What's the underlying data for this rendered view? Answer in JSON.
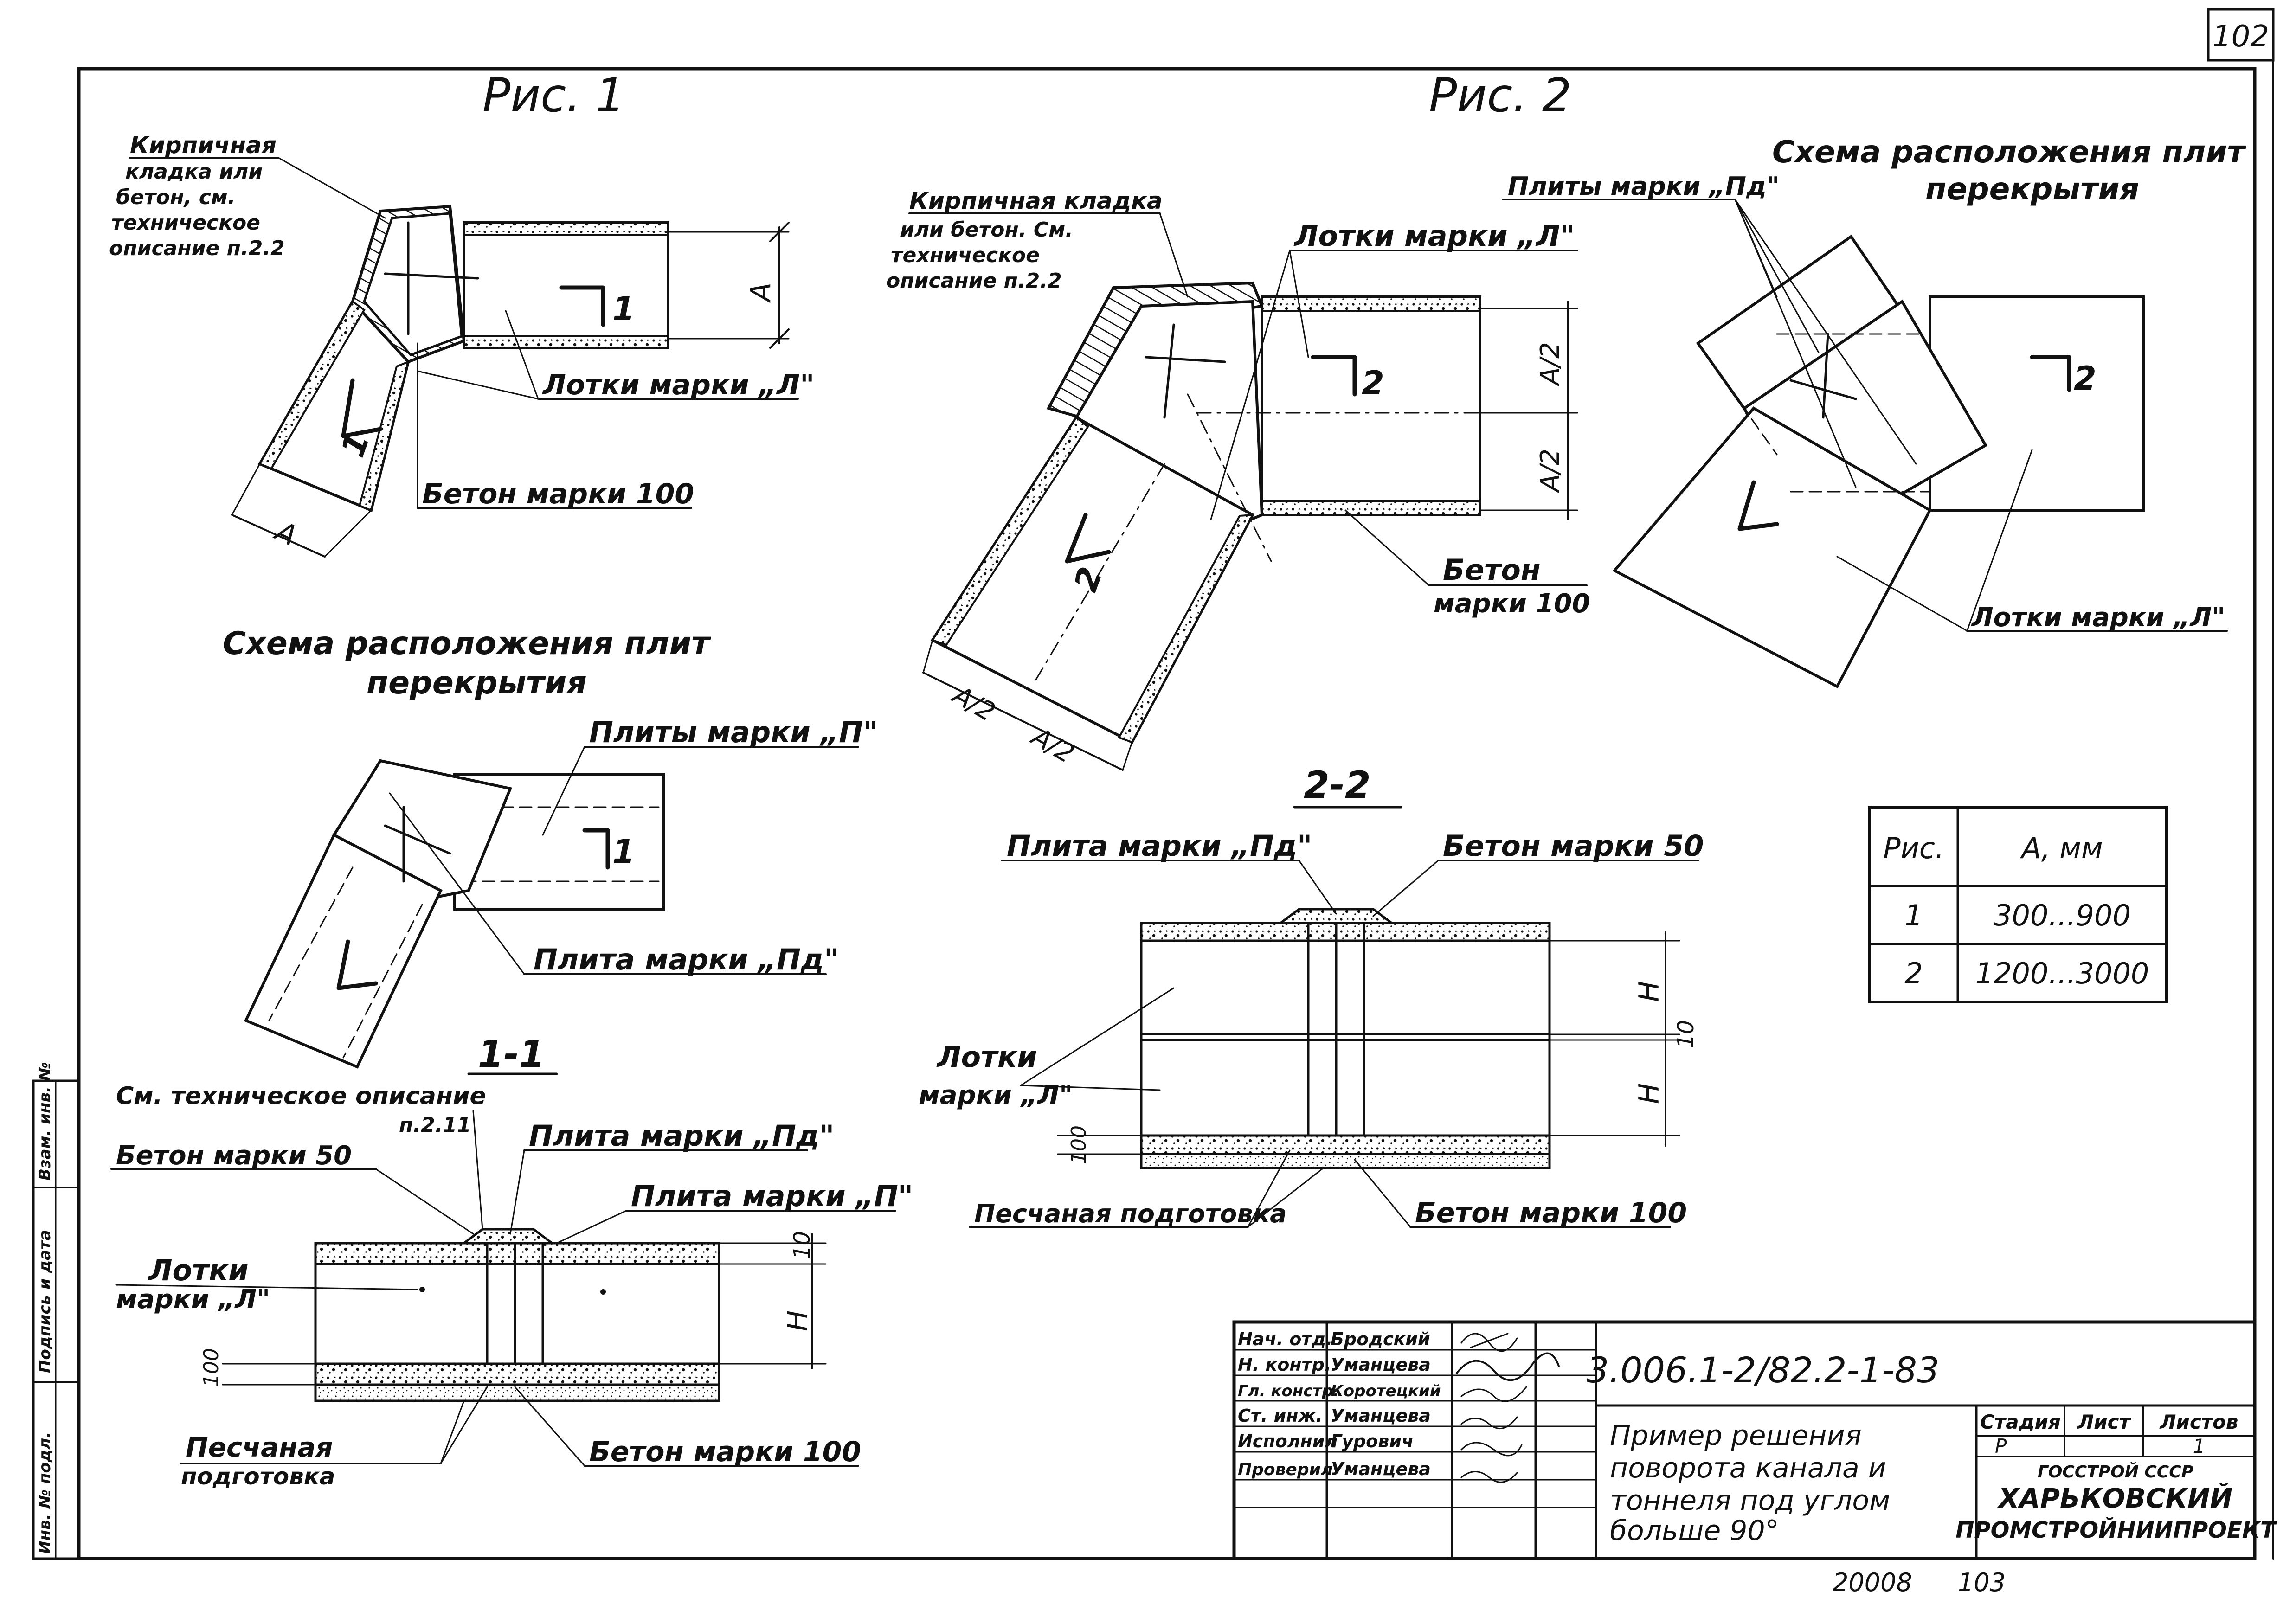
{
  "sheet": {
    "page_number": "102",
    "bottom_number": "20008",
    "bottom_page": "103"
  },
  "fig1": {
    "title": "Рис. 1",
    "masonry_label": [
      "Кирпичная",
      "кладка или",
      "бетон, см.",
      "техническое",
      "описание п.2.2"
    ],
    "trays_label": "Лотки марки „Л\"",
    "concrete_label": "Бетон марки 100",
    "dim_a": "А",
    "cut_mark": "1"
  },
  "fig1_scheme": {
    "title_line1": "Схема расположения плит",
    "title_line2": "перекрытия",
    "slabs_p_label": "Плиты марки „П\"",
    "slab_pd_label": "Плита марки „Пд\""
  },
  "section_1_1": {
    "title": "1-1",
    "note_line1": "См. техническое описание",
    "note_line2": "п.2.11",
    "concrete50_label": "Бетон марки 50",
    "slab_pd_label": "Плита марки „Пд\"",
    "slab_p_label": "Плита марки „П\"",
    "trays_line1": "Лотки",
    "trays_line2": "марки „Л\"",
    "sand_line1": "Песчаная",
    "sand_line2": "подготовка",
    "concrete100_label": "Бетон марки 100",
    "dim_h": "Н",
    "dim_10": "10",
    "dim_100": "100"
  },
  "fig2": {
    "title": "Рис. 2",
    "masonry_label": [
      "Кирпичная кладка",
      "или бетон. См.",
      "техническое",
      "описание п.2.2"
    ],
    "trays_label": "Лотки марки „Л\"",
    "concrete_line1": "Бетон",
    "concrete_line2": "марки 100",
    "dim_a2": "А/2",
    "cut_mark": "2"
  },
  "fig2_scheme": {
    "title_line1": "Схема расположения плит",
    "title_line2": "перекрытия",
    "slabs_pd_label": "Плиты марки „Пд\"",
    "trays_label": "Лотки марки „Л\""
  },
  "section_2_2": {
    "title": "2-2",
    "slab_pd_label": "Плита марки „Пд\"",
    "concrete50_label": "Бетон марки 50",
    "trays_line1": "Лотки",
    "trays_line2": "марки „Л\"",
    "sand_label": "Песчаная подготовка",
    "concrete100_label": "Бетон марки 100",
    "dim_h": "Н",
    "dim_10": "10",
    "dim_100": "100"
  },
  "dimension_table": {
    "headers": [
      "Рис.",
      "А, мм"
    ],
    "rows": [
      [
        "1",
        "300...900"
      ],
      [
        "2",
        "1200...3000"
      ]
    ]
  },
  "title_block": {
    "code": "3.006.1-2/82.2-1-83",
    "title": [
      "Пример решения",
      "поворота канала и",
      "тоннеля под углом",
      "больше 90°"
    ],
    "stage_header": "Стадия",
    "sheet_header": "Лист",
    "sheets_header": "Листов",
    "stage_value": "Р",
    "sheets_value": "1",
    "org_line1": "ГОССТРОЙ СССР",
    "org_line2": "ХАРЬКОВСКИЙ",
    "org_line3": "ПРОМСТРОЙНИИПРОЕКТ",
    "people": [
      {
        "role": "Нач. отд.",
        "name": "Бродский"
      },
      {
        "role": "Н. контр.",
        "name": "Уманцева"
      },
      {
        "role": "Гл. констр.",
        "name": "Коротецкий"
      },
      {
        "role": "Ст. инж.",
        "name": "Уманцева"
      },
      {
        "role": "Исполнил",
        "name": "Гурович"
      },
      {
        "role": "Проверил",
        "name": "Уманцева"
      }
    ]
  },
  "side_stamp": {
    "line1": "Инв. № подл.",
    "line2": "Подпись и дата",
    "line3": "Взам. инв. №"
  }
}
